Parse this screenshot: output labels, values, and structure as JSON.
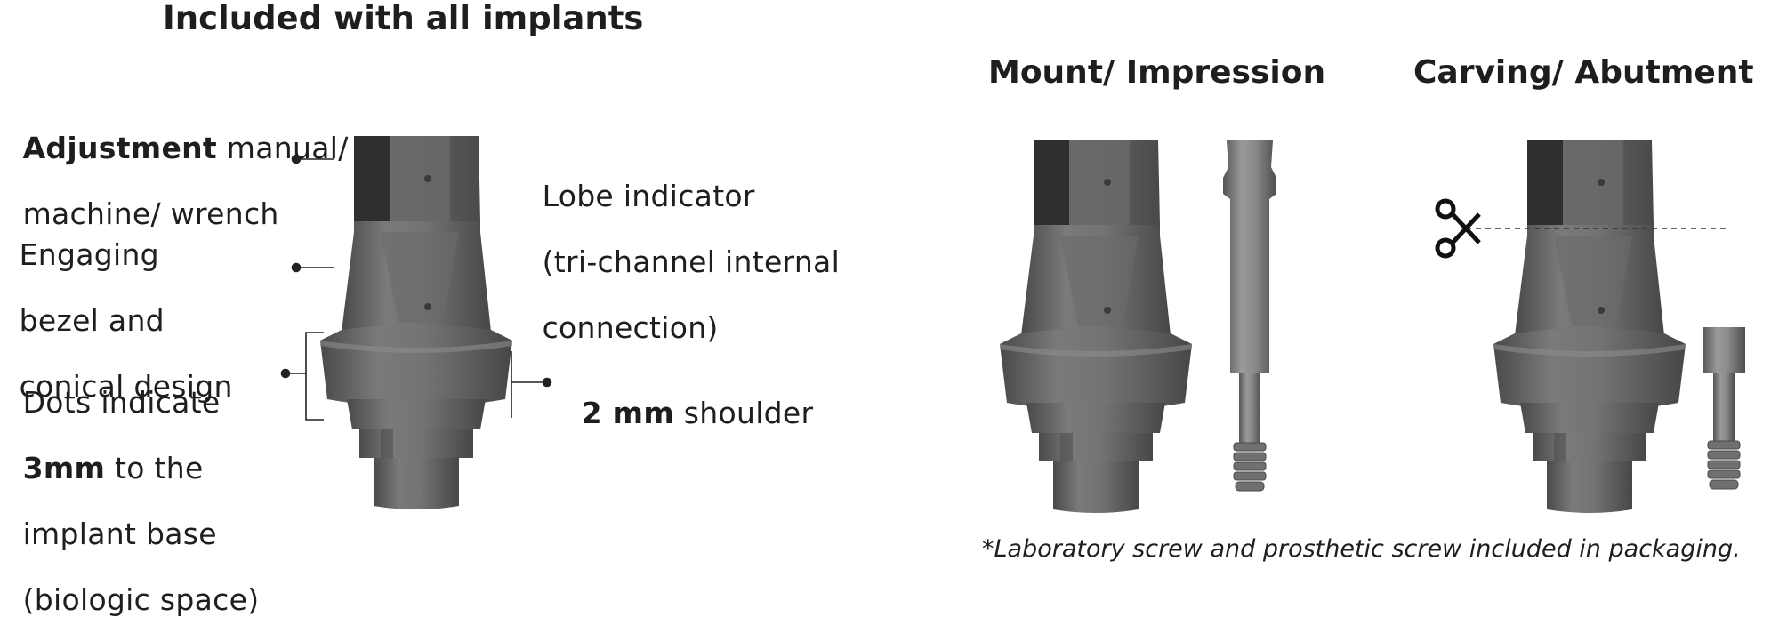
{
  "title": "Included with all implants",
  "callouts": {
    "adjustment": {
      "bold": "Adjustment",
      "line1_rest": " manual/",
      "line2": "machine/ wrench"
    },
    "engaging": {
      "lines": [
        "Engaging",
        "bezel and",
        "conical design"
      ]
    },
    "dots": {
      "line1": "Dots indicate",
      "bold": "3mm",
      "line2_rest": " to the",
      "line3": "implant base",
      "line4": "(biologic space)"
    },
    "lobe": {
      "lines": [
        "Lobe indicator",
        "(tri-channel internal",
        "connection)"
      ]
    },
    "shoulder": {
      "bold": "2 mm",
      "rest": " shoulder"
    }
  },
  "sections": {
    "mount": {
      "heading": "Mount/ Impression"
    },
    "carving": {
      "heading": "Carving/ Abutment"
    }
  },
  "icons": {
    "scissors": "scissors-icon",
    "callout_dot": "bullet-dot"
  },
  "footnote": "*Laboratory screw and prosthetic screw included in packaging.",
  "colors": {
    "metal_dark": "#3d3d3d",
    "metal_mid": "#6e6e6e",
    "metal_light": "#9a9a9a",
    "text": "#1e1e1e"
  }
}
